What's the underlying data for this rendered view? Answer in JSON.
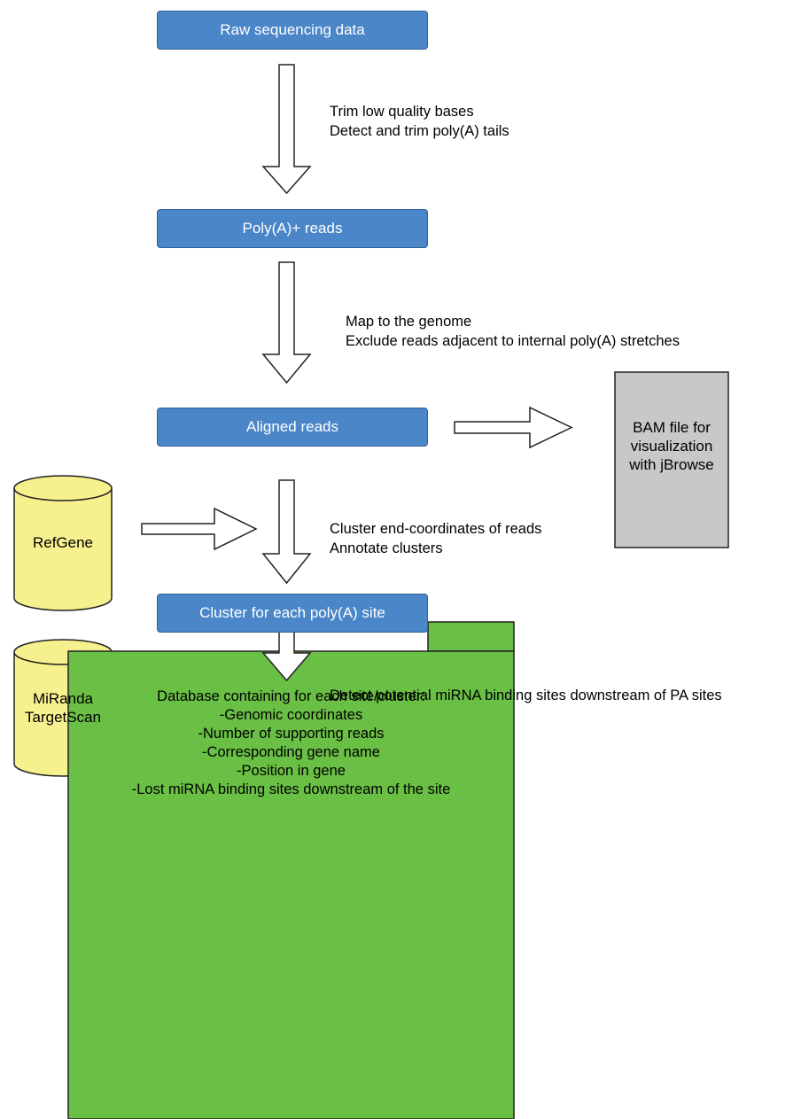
{
  "steps": [
    "Raw sequencing data",
    "Poly(A)+ reads",
    "Aligned reads",
    "Cluster for each poly(A) site"
  ],
  "notes": {
    "step1": [
      "Trim low quality bases",
      "Detect and trim poly(A) tails"
    ],
    "step2": [
      "Map to the genome",
      "Exclude reads adjacent to internal poly(A) stretches"
    ],
    "step3": [
      "Cluster end-coordinates of reads",
      "Annotate clusters"
    ],
    "step4": [
      "Detect potential miRNA binding sites downstream of PA sites"
    ]
  },
  "sources": {
    "refgene": [
      "RefGene"
    ],
    "mirna": [
      "MiRanda",
      "TargetScan"
    ]
  },
  "bam_file": [
    "BAM file for",
    "visualization",
    "with jBrowse"
  ],
  "database": [
    "Database containing for each site/cluster:",
    "-Genomic coordinates",
    "-Number of supporting reads",
    "-Corresponding gene name",
    "-Position in gene",
    "-Lost miRNA binding sites downstream of the site"
  ],
  "colors": {
    "step_box": "#4a86c8",
    "cylinder": "#f7f08e",
    "document": "#c8c8c8",
    "database_folder": "#6abf45"
  }
}
